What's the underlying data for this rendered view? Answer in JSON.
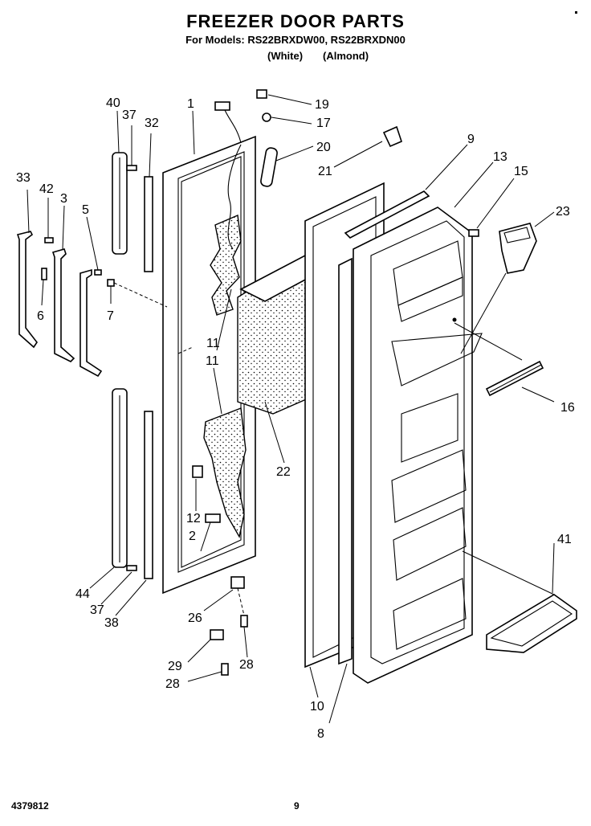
{
  "header": {
    "title": "FREEZER DOOR PARTS",
    "models_line": "For Models: RS22BRXDW00, RS22BRXDN00",
    "variant_white": "(White)",
    "variant_almond": "(Almond)"
  },
  "footer": {
    "doc_number": "4379812",
    "page_number": "9"
  },
  "callouts": {
    "c1": "1",
    "c2": "2",
    "c3": "3",
    "c5": "5",
    "c6": "6",
    "c7": "7",
    "c8": "8",
    "c9": "9",
    "c10": "10",
    "c11a": "11",
    "c11b": "11",
    "c12": "12",
    "c13": "13",
    "c15": "15",
    "c16": "16",
    "c17": "17",
    "c19": "19",
    "c20": "20",
    "c21": "21",
    "c22": "22",
    "c23": "23",
    "c26": "26",
    "c28a": "28",
    "c28b": "28",
    "c29": "29",
    "c32": "32",
    "c33": "33",
    "c37a": "37",
    "c37b": "37",
    "c38": "38",
    "c40": "40",
    "c41": "41",
    "c42": "42",
    "c44": "44"
  }
}
